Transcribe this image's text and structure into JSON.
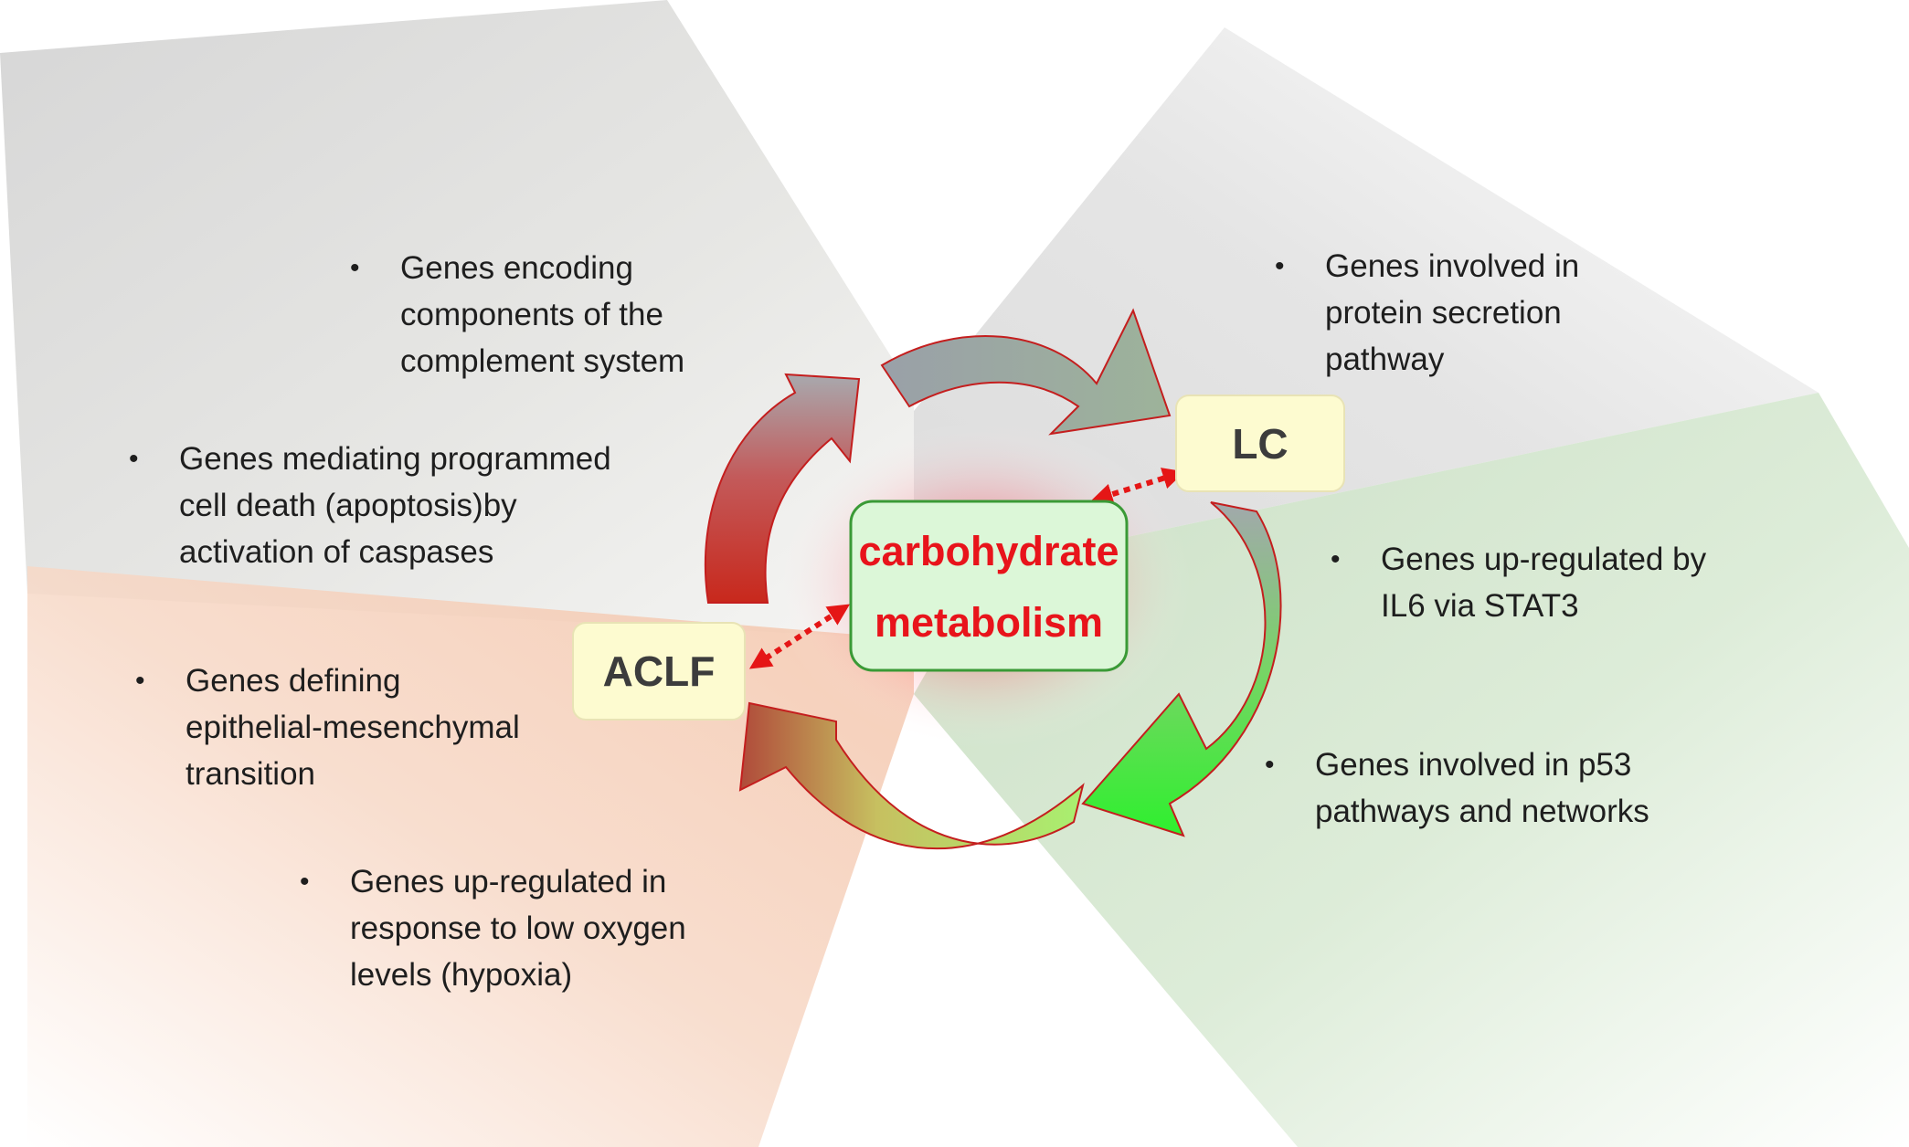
{
  "center": {
    "line1": "carbohydrate",
    "line2": "metabolism"
  },
  "nodes": {
    "lc": "LC",
    "aclf": "ACLF"
  },
  "colors": {
    "center_text": "#e8141b",
    "center_fill": "#dcf7d8",
    "center_border": "#3a9a36",
    "node_fill": "#fdfbd0",
    "arrow_outline": "#c41e1e",
    "dashed_arrow": "#e51616"
  },
  "bullets_top_left": [
    {
      "lines": [
        "Genes encoding",
        "components of the",
        "complement system"
      ]
    },
    {
      "lines": [
        "Genes mediating programmed",
        "cell death (apoptosis)by",
        "activation of caspases"
      ]
    }
  ],
  "bullets_bottom_left": [
    {
      "lines": [
        "Genes defining",
        "epithelial-mesenchymal",
        "transition"
      ]
    },
    {
      "lines": [
        "Genes up-regulated in",
        "response to low oxygen",
        "levels (hypoxia)"
      ]
    }
  ],
  "bullets_right": [
    {
      "lines": [
        "Genes involved in",
        "protein secretion",
        "pathway"
      ]
    },
    {
      "lines": [
        "Genes up-regulated by",
        "IL6 via STAT3"
      ]
    },
    {
      "lines": [
        "Genes involved in p53",
        "pathways and networks"
      ]
    }
  ],
  "bullet_symbol": "•"
}
